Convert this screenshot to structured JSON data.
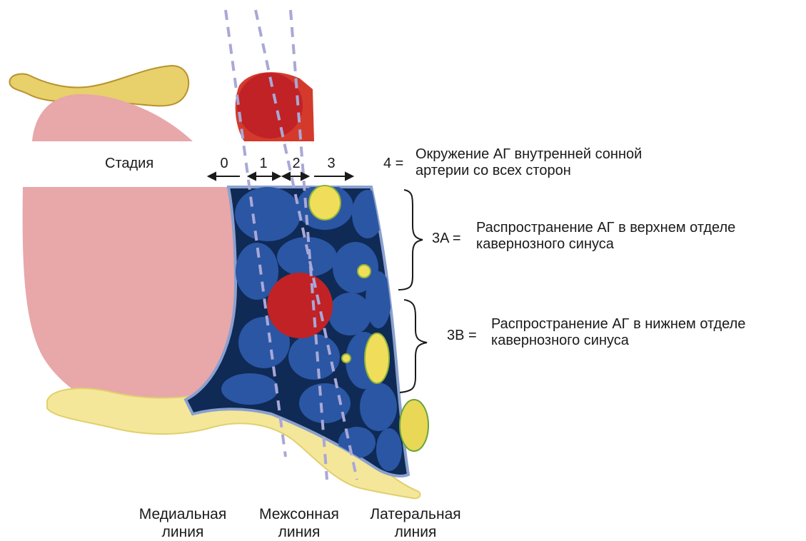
{
  "stage_label": "Стадия",
  "stage_numbers": [
    "0",
    "1",
    "2",
    "3",
    "4 ="
  ],
  "grade4": {
    "line1": "Окружение АГ внутренней сонной",
    "line2": "артерии со всех сторон"
  },
  "grade3a": {
    "code": "3A =",
    "line1": "Распространение АГ в верхнем отделе",
    "line2": "кавернозного синуса"
  },
  "grade3b": {
    "code": "3B =",
    "line1": "Распространение АГ в нижнем отделе",
    "line2": "кавернозного синуса"
  },
  "lines": [
    {
      "line1": "Медиальная",
      "line2": "линия"
    },
    {
      "line1": "Межсонная",
      "line2": "линия"
    },
    {
      "line1": "Латеральная",
      "line2": "линия"
    }
  ],
  "colors": {
    "pituitary": "#e8a7a9",
    "bone": "#f4e79a",
    "bone_dark": "#e3cf6a",
    "sinus": "#2a56a4",
    "sinus_dark": "#0f2a55",
    "artery": "#c9282a",
    "nerve": "#f0de5a",
    "guide_line": "#a9a8d6"
  }
}
